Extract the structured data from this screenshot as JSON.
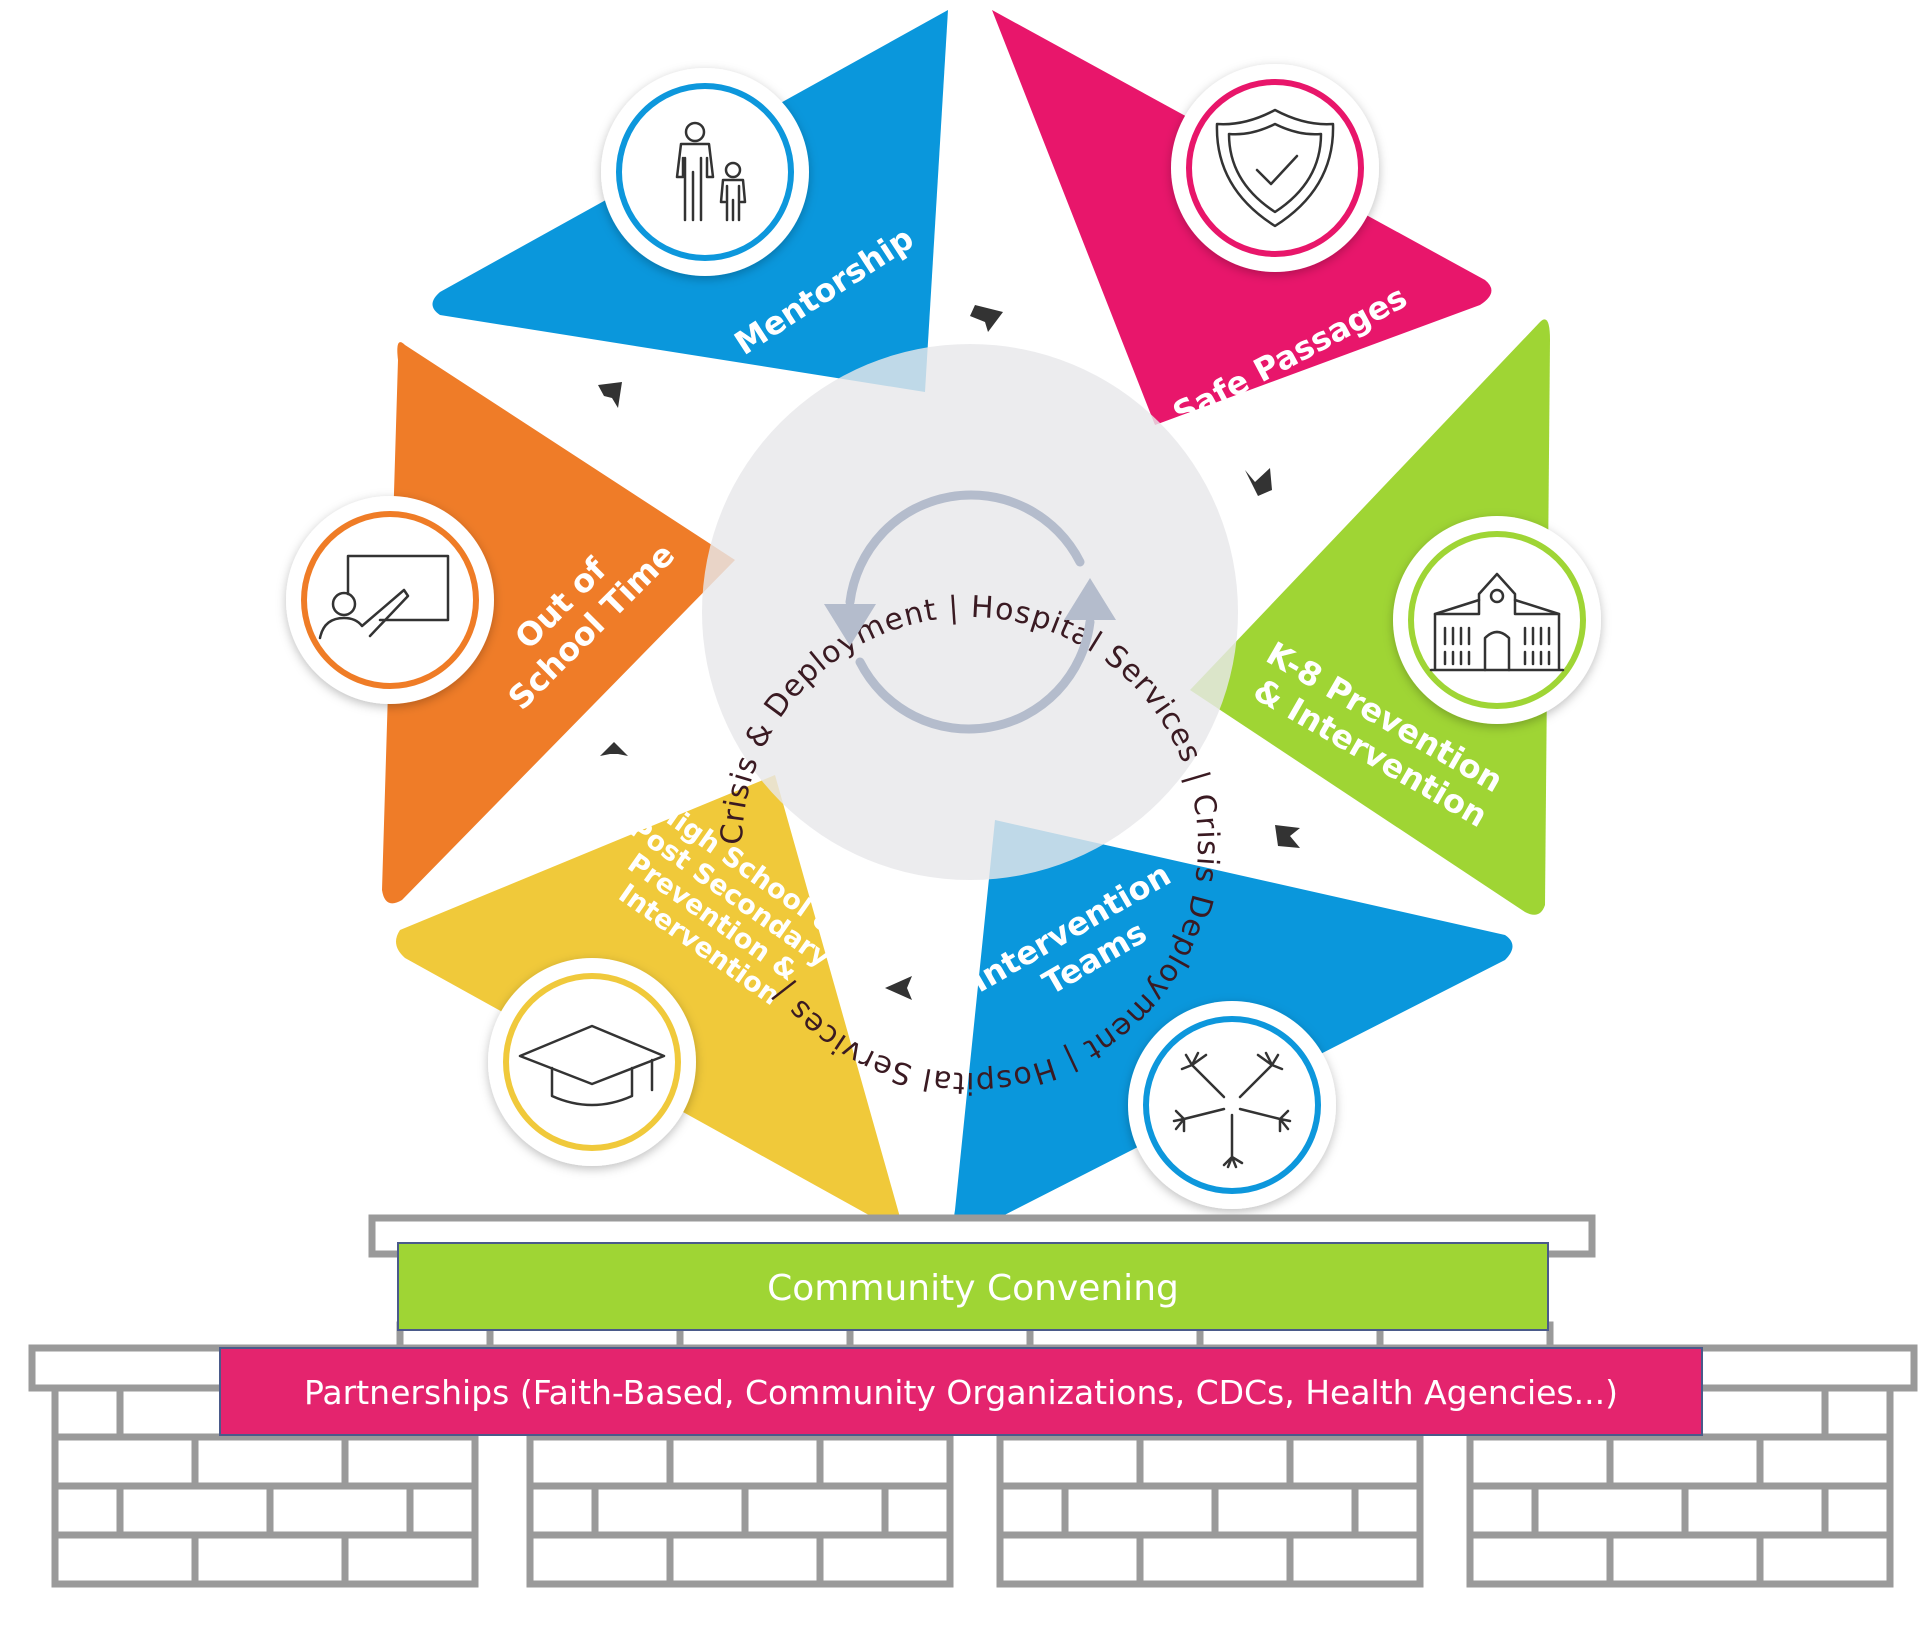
{
  "colors": {
    "blue": "#0a97dc",
    "magenta": "#e8166b",
    "green": "#9fd534",
    "orange": "#ef7c28",
    "yellow": "#f0c93a",
    "center_gray": "#e8e8ea",
    "bar_green": "#9fd534",
    "bar_pink": "#e4246e",
    "brick_gray": "#9a9a9a"
  },
  "segments": [
    {
      "id": "mentorship",
      "label_lines": [
        "Mentorship"
      ],
      "icon": "parent-child-icon",
      "color": "#0a97dc"
    },
    {
      "id": "safe-passages",
      "label_lines": [
        "Safe Passages"
      ],
      "icon": "shield-check-icon",
      "color": "#e8166b"
    },
    {
      "id": "k8",
      "label_lines": [
        "K-8 Prevention",
        "& Intervention"
      ],
      "icon": "school-building-icon",
      "color": "#9fd534"
    },
    {
      "id": "intervention-teams",
      "label_lines": [
        "Intervention",
        "Teams"
      ],
      "icon": "joined-hands-icon",
      "color": "#0a97dc"
    },
    {
      "id": "high-school",
      "label_lines": [
        "High School &",
        "Post Secondary",
        "Prevention &",
        "Intervention"
      ],
      "icon": "graduation-cap-icon",
      "color": "#f0c93a"
    },
    {
      "id": "out-of-school",
      "label_lines": [
        "Out of",
        "School Time"
      ],
      "icon": "teacher-board-icon",
      "color": "#ef7c28"
    }
  ],
  "center": {
    "ring_text": "Crisis & Deployment | Hospital Services | Crisis Deployment | Hospital Services |",
    "icon": "refresh-cycle-icon"
  },
  "foundation": {
    "community_label": "Community Convening",
    "partnerships_label": "Partnerships (Faith-Based, Community Organizations, CDCs, Health Agencies...)"
  }
}
